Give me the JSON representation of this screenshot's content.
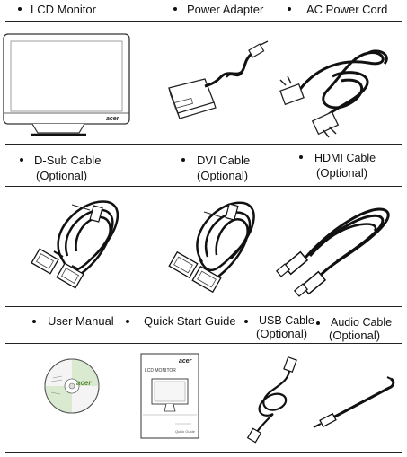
{
  "row1": {
    "lcd_monitor": "LCD Monitor",
    "power_adapter": "Power Adapter",
    "ac_power_cord": "AC Power Cord"
  },
  "row2": {
    "dsub_cable": "D-Sub Cable",
    "dsub_optional": "(Optional)",
    "dvi_cable": "DVI Cable",
    "dvi_optional": "(Optional)",
    "hdmi_cable": "HDMI Cable",
    "hdmi_optional": "(Optional)"
  },
  "row3": {
    "user_manual": "User Manual",
    "quick_start_guide": "Quick Start Guide",
    "usb_cable": "USB Cable",
    "usb_optional": "(Optional)",
    "audio_cable": "Audio Cable",
    "audio_optional": "(Optional)"
  },
  "brand": "acer",
  "guide_title": "LCD MONITOR",
  "guide_footer": "Quick Guide"
}
